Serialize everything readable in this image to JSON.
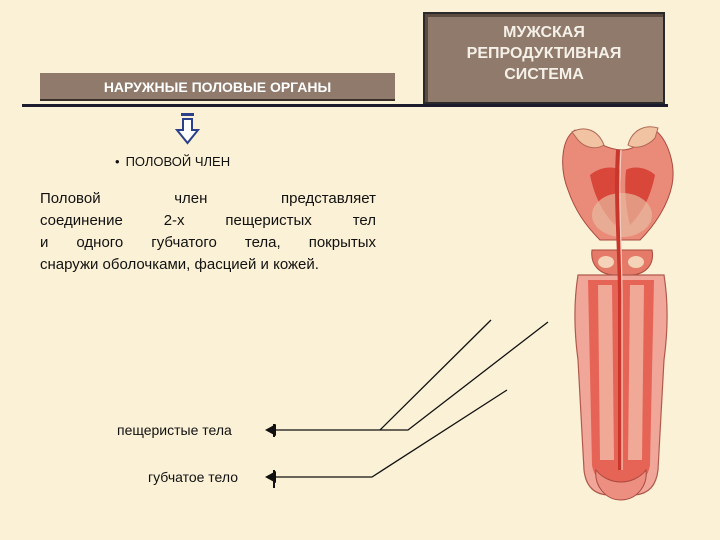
{
  "title": {
    "lines": [
      "МУЖСКАЯ",
      "РЕПРОДУКТИВНАЯ",
      "СИСТЕМА"
    ]
  },
  "section": {
    "heading": "НАРУЖНЫЕ ПОЛОВЫЕ ОРГАНЫ"
  },
  "bullet": {
    "symbol": "•",
    "text": "ПОЛОВОЙ ЧЛЕН"
  },
  "paragraph": {
    "lines": [
      "Половой член представляет",
      "соединение  2-х  пещеристых тел",
      "и  одного  губчатого  тела,  покрытых",
      "снаружи оболочками, фасцией и кожей."
    ]
  },
  "labels": {
    "cavernous": "пещеристые тела",
    "spongy": "губчатое тело"
  },
  "colors": {
    "background": "#fbf1d6",
    "header_fill": "#8f7a6b",
    "tissue_red": "#e4584a",
    "tissue_pink": "#f0a79a"
  }
}
